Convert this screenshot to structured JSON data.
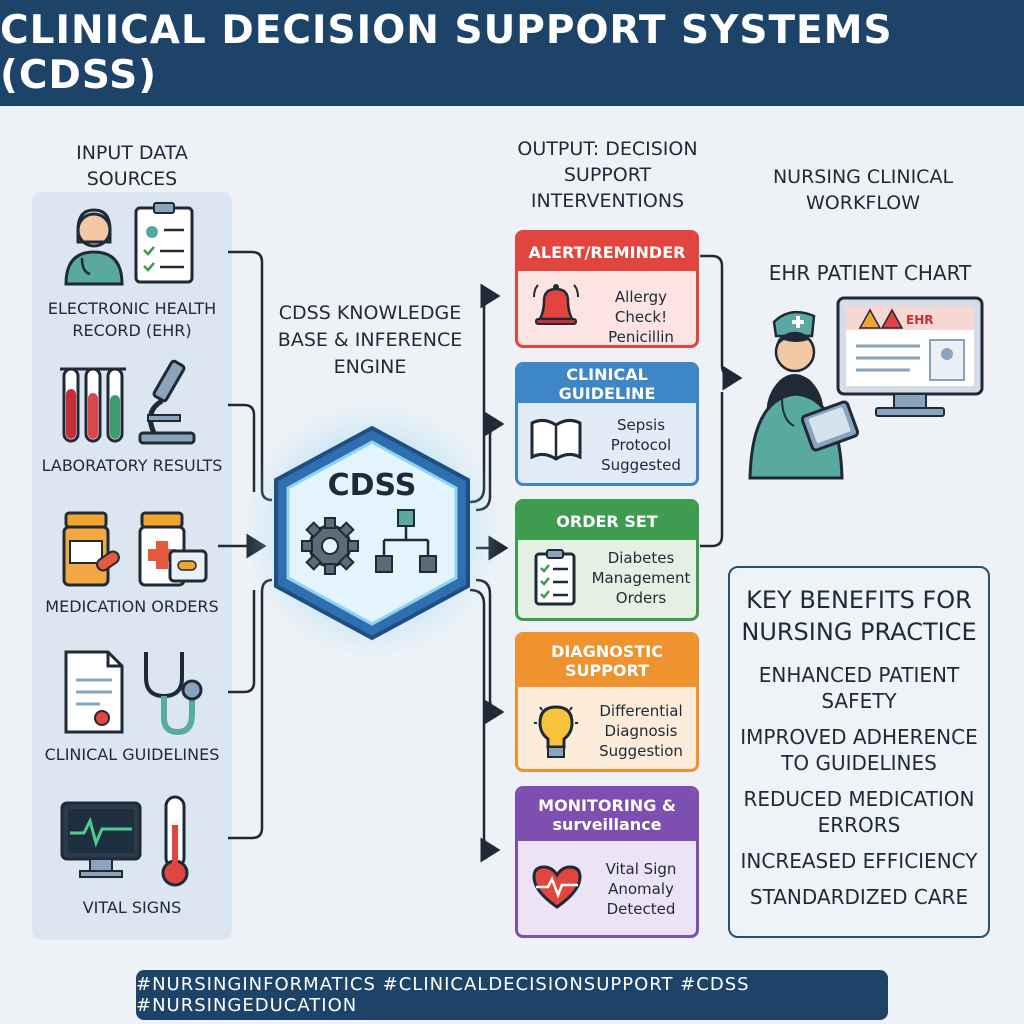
{
  "title": "CLINICAL DECISION SUPPORT SYSTEMS (CDSS)",
  "input_heading": "INPUT DATA SOURCES",
  "sources": [
    {
      "label": "ELECTRONIC HEALTH RECORD (EHR)",
      "icon": "patient-record-icon"
    },
    {
      "label": "LABORATORY RESULTS",
      "icon": "lab-tubes-microscope-icon"
    },
    {
      "label": "MEDICATION ORDERS",
      "icon": "medication-bottles-icon"
    },
    {
      "label": "CLINICAL GUIDELINES",
      "icon": "document-stethoscope-icon"
    },
    {
      "label": "VITAL SIGNS",
      "icon": "monitor-thermometer-icon"
    }
  ],
  "engine_heading": "CDSS KNOWLEDGE BASE & INFERENCE ENGINE",
  "engine_label": "CDSS",
  "output_heading": "OUTPUT: DECISION SUPPORT INTERVENTIONS",
  "outputs": [
    {
      "header": "ALERT/REMINDER",
      "text": "Allergy Check! Penicillin",
      "color": "#e0463f",
      "bg": "#fbe4e2",
      "icon": "bell-icon"
    },
    {
      "header": "CLINICAL GUIDELINE",
      "text": "Sepsis Protocol Suggested",
      "color": "#3f86c6",
      "bg": "#e1ecf7",
      "icon": "book-icon"
    },
    {
      "header": "ORDER SET",
      "text": "Diabetes Management Orders",
      "color": "#3e9b4f",
      "bg": "#e3f1e4",
      "icon": "checklist-icon"
    },
    {
      "header": "DIAGNOSTIC SUPPORT",
      "text": "Differential Diagnosis Suggestion",
      "color": "#ee9330",
      "bg": "#fcecd9",
      "icon": "lightbulb-icon"
    },
    {
      "header": "MONITORING & surveillance",
      "text": "Vital Sign Anomaly Detected",
      "color": "#7d4fb0",
      "bg": "#ece3f5",
      "icon": "heart-pulse-icon"
    }
  ],
  "workflow_heading": "NURSING CLINICAL WORKFLOW",
  "ehr_chart_label": "EHR PATIENT CHART",
  "monitor_label": "EHR",
  "benefits": {
    "heading": "KEY BENEFITS FOR NURSING PRACTICE",
    "items": [
      "ENHANCED PATIENT SAFETY",
      "IMPROVED ADHERENCE TO GUIDELINES",
      "REDUCED MEDICATION ERRORS",
      "INCREASED EFFICIENCY",
      "STANDARDIZED CARE"
    ]
  },
  "hashtags": "#NURSINGINFORMATICS #CLINICALDECISIONSUPPORT #CDSS #NURSINGEDUCATION"
}
